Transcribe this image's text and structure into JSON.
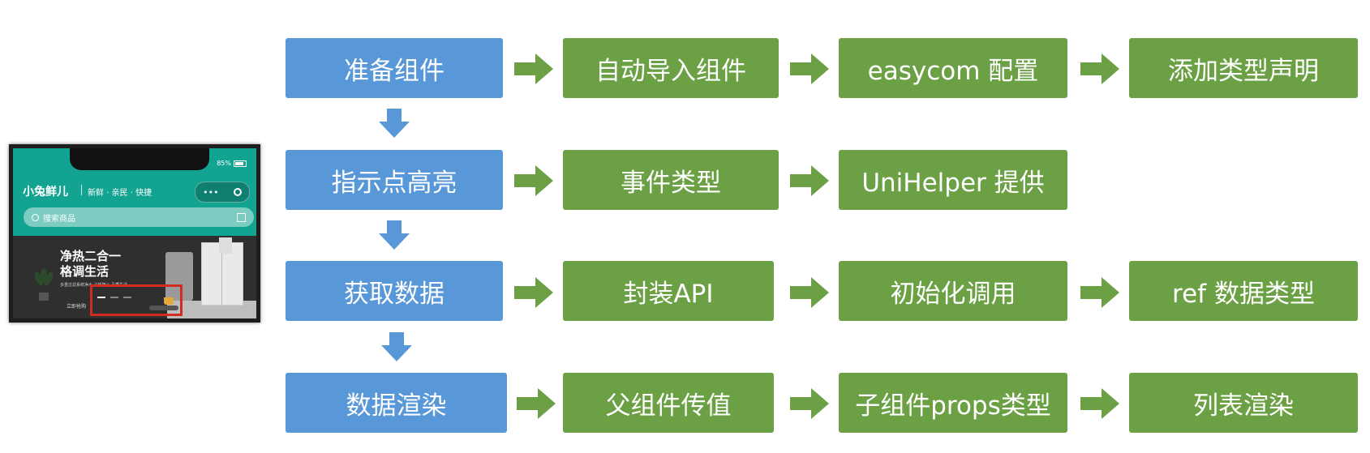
{
  "phone": {
    "battery": "85%",
    "app_logo": "小兔鲜儿",
    "slogan": "新鲜 · 亲民 · 快捷",
    "capsule_dots": "•••",
    "search_placeholder": "搜索商品",
    "banner_title_line1": "净热二合一",
    "banner_title_line2": "格调生活",
    "banner_subtitle": "多重过滤系统净水 冷热随心 品质生活",
    "banner_cta": "立即抢购",
    "banner_pages": 3,
    "banner_active_page": 1
  },
  "flow": {
    "rows": [
      {
        "step": "准备组件",
        "items": [
          "自动导入组件",
          "easycom 配置",
          "添加类型声明"
        ]
      },
      {
        "step": "指示点高亮",
        "items": [
          "事件类型",
          "UniHelper 提供"
        ]
      },
      {
        "step": "获取数据",
        "items": [
          "封装API",
          "初始化调用",
          "ref 数据类型"
        ]
      },
      {
        "step": "数据渲染",
        "items": [
          "父组件传值",
          "子组件props类型",
          "列表渲染"
        ]
      }
    ]
  },
  "colors": {
    "step_box": "#5897d8",
    "item_box": "#6ba144",
    "down_arrow": "#5897d8",
    "right_arrow": "#6ba144",
    "highlight_frame": "#d42a1f"
  }
}
